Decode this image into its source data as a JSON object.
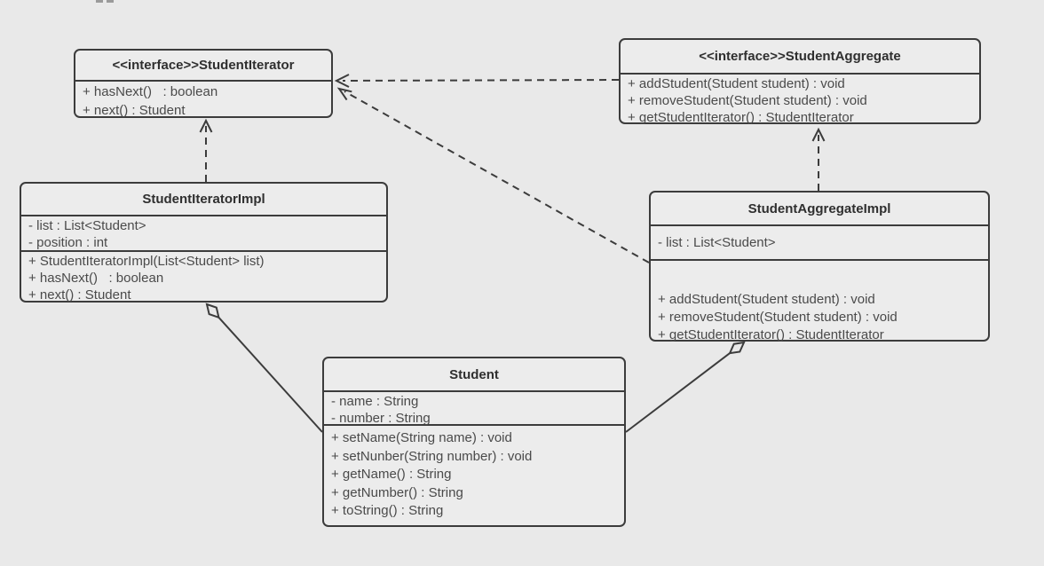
{
  "diagram": {
    "type": "uml-class-diagram",
    "background_color": "#e9e9e9",
    "line_color": "#3c3c3c",
    "classes": [
      {
        "name": "StudentIterator",
        "title": "<<interface>>StudentIterator",
        "stereotype": "interface",
        "fields": [],
        "methods": [
          "+ hasNext()   : boolean",
          "+ next() : Student"
        ]
      },
      {
        "name": "StudentAggregate",
        "title": "<<interface>>StudentAggregate",
        "stereotype": "interface",
        "fields": [],
        "methods": [
          "+ addStudent(Student student) : void",
          "+ removeStudent(Student student) : void",
          "+ getStudentIterator() : StudentIterator"
        ]
      },
      {
        "name": "StudentIteratorImpl",
        "title": "StudentIteratorImpl",
        "stereotype": "class",
        "fields": [
          "- list : List<Student>",
          "- position : int"
        ],
        "methods": [
          "+ StudentIteratorImpl(List<Student> list)",
          "+ hasNext()   : boolean",
          "+ next() : Student"
        ]
      },
      {
        "name": "StudentAggregateImpl",
        "title": "StudentAggregateImpl",
        "stereotype": "class",
        "fields": [
          "- list : List<Student>"
        ],
        "methods": [
          "+ addStudent(Student student) : void",
          "+ removeStudent(Student student) : void",
          "+ getStudentIterator() : StudentIterator"
        ]
      },
      {
        "name": "Student",
        "title": "Student",
        "stereotype": "class",
        "fields": [
          "- name : String",
          "- number : String"
        ],
        "methods": [
          "+ setName(String name) : void",
          "+ setNunber(String number) : void",
          "+ getName() : String",
          "+ getNumber() : String",
          "+ toString() : String"
        ]
      }
    ],
    "relations": [
      {
        "type": "realization",
        "from": "StudentIteratorImpl",
        "to": "StudentIterator",
        "style": "dashed-open-arrow"
      },
      {
        "type": "realization",
        "from": "StudentAggregateImpl",
        "to": "StudentAggregate",
        "style": "dashed-open-arrow"
      },
      {
        "type": "dependency",
        "from": "StudentAggregate",
        "to": "StudentIterator",
        "style": "dashed-open-arrow"
      },
      {
        "type": "dependency",
        "from": "StudentAggregateImpl",
        "to": "StudentIterator",
        "style": "dashed-open-arrow"
      },
      {
        "type": "aggregation",
        "from": "StudentIteratorImpl",
        "to": "Student",
        "style": "solid-hollow-diamond"
      },
      {
        "type": "aggregation",
        "from": "StudentAggregateImpl",
        "to": "Student",
        "style": "solid-hollow-diamond"
      }
    ]
  }
}
